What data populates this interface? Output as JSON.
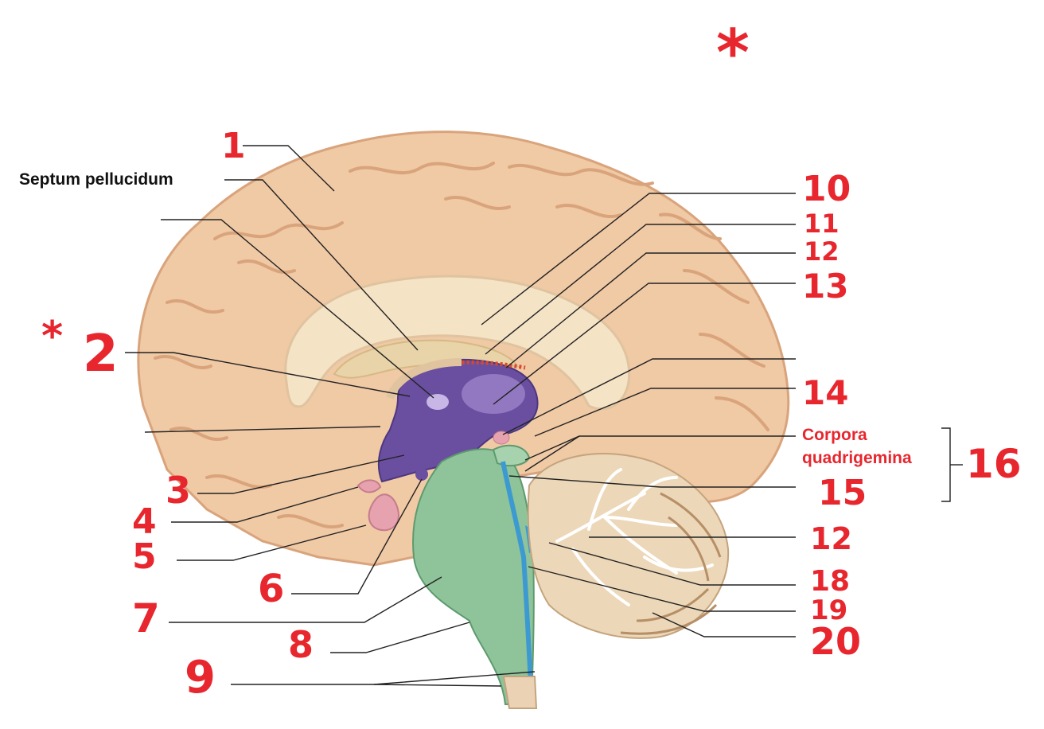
{
  "printed_labels": {
    "septum": "Septum pellucidum",
    "corpora_line1": "Corpora",
    "corpora_line2": "quadrigemina"
  },
  "handwritten_numbers": [
    "1",
    "2",
    "3",
    "4",
    "5",
    "6",
    "7",
    "8",
    "9",
    "10",
    "11",
    "12",
    "13",
    "14",
    "15",
    "16",
    "12",
    "18",
    "19",
    "20"
  ],
  "marks": {
    "asterisk": "*"
  },
  "colors": {
    "ink_red": "#e8262e",
    "leader_line": "#222222",
    "cerebrum": "#f0c9a5",
    "cerebrum_dark": "#d9a47c",
    "corpus_callosum": "#f5e3c6",
    "ventricle": "#6a4fa0",
    "brainstem": "#8fc49a",
    "cerebellum": "#ecd7b8",
    "aqueduct": "#3d9ad1",
    "pituitary": "#e7a2b0"
  }
}
